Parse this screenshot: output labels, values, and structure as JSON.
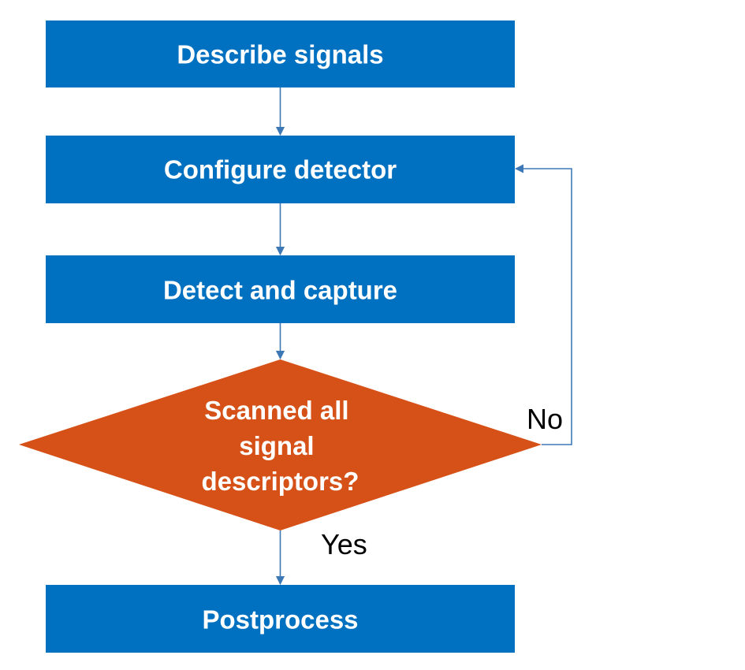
{
  "colors": {
    "process_fill": "#0070c0",
    "decision_fill": "#d65117",
    "connector": "#3d78b6",
    "box_text": "#ffffff",
    "edge_text": "#000000"
  },
  "nodes": {
    "describe": {
      "label": "Describe signals"
    },
    "configure": {
      "label": "Configure detector"
    },
    "detect": {
      "label": "Detect and capture"
    },
    "decision": {
      "lines": [
        "Scanned all",
        "signal",
        "descriptors?"
      ]
    },
    "postprocess": {
      "label": "Postprocess"
    }
  },
  "edges": {
    "no_label": "No",
    "yes_label": "Yes"
  }
}
